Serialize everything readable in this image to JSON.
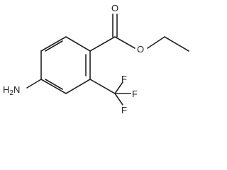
{
  "molecule": {
    "atoms": {
      "carbonyl_oxygen": "O",
      "ester_oxygen": "O",
      "amine": {
        "element": "H",
        "count": "2",
        "nitrogen": "N"
      },
      "fluorine_top": "F",
      "fluorine_right": "F",
      "fluorine_bottom": "F"
    }
  }
}
